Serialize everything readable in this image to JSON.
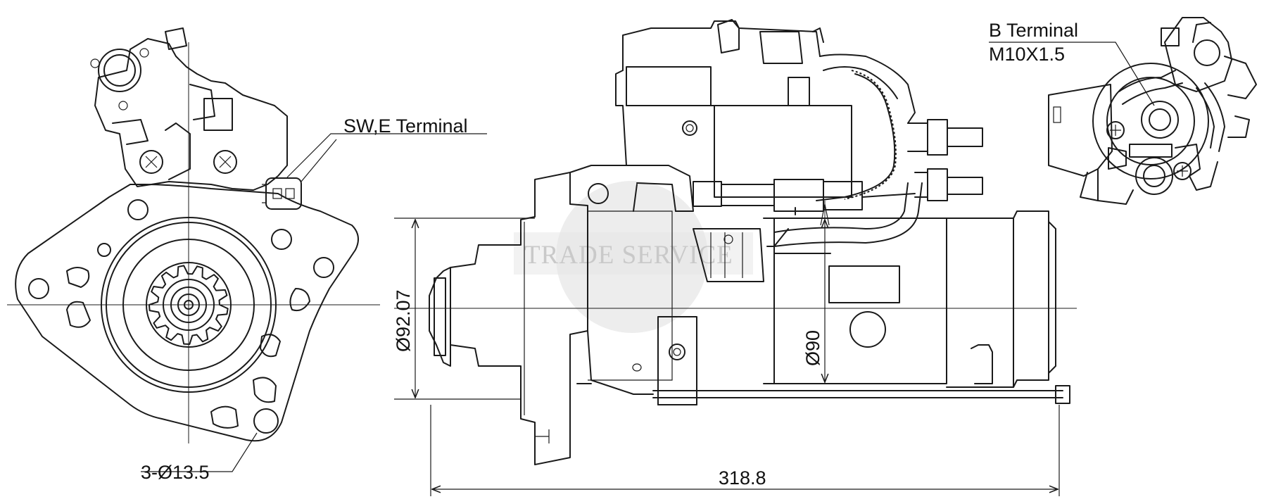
{
  "labels": {
    "sw_e_terminal": "SW,E Terminal",
    "b_terminal": "B Terminal",
    "b_terminal_thread": "M10X1.5",
    "mount_holes": "3-Ø13.5",
    "pilot_diameter": "Ø92.07",
    "body_diameter": "Ø90",
    "overall_length": "318.8"
  },
  "watermark": "TRADE SERVICE",
  "colors": {
    "line": "#1a1a1a",
    "watermark": "#d3d3d3",
    "background": "#ffffff"
  }
}
